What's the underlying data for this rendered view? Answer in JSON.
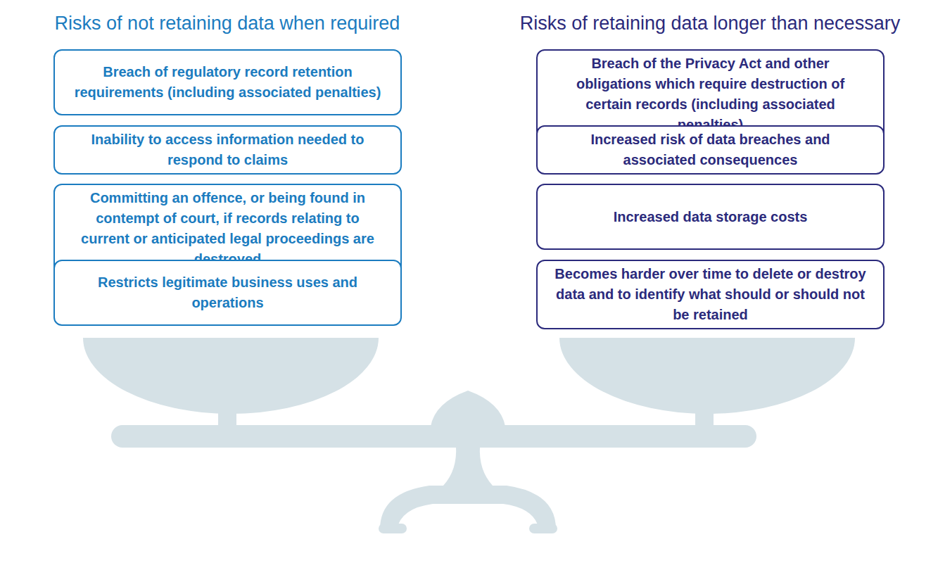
{
  "diagram": {
    "nodes": [
      {
        "text": [
          "Breach of regulatory record retention requirements (including associated penalties)"
        ]
      },
      {
        "text": [
          "Inability to access information needed to respond to claims"
        ]
      },
      {
        "text": [
          "Committing an offence, or being found in contempt of court, if records relating to current or anticipated legal proceedings are destroyed"
        ]
      },
      {
        "text": [
          "Restricts legitimate business uses and operations"
        ]
      },
      {
        "text": [
          "Breach of the Privacy Act and other obligations which require destruction of certain records (including associated penalties)"
        ]
      },
      {
        "text": [
          "Increased risk of data breaches and associated consequences"
        ]
      },
      {
        "text": [
          "Increased data storage costs"
        ]
      },
      {
        "text": [
          "Becomes harder over time to delete or destroy data and to identify what should or should not be retained"
        ]
      }
    ],
    "labels": [
      "Risks of not retaining data when required",
      "Risks of retaining data longer than necessary"
    ]
  }
}
